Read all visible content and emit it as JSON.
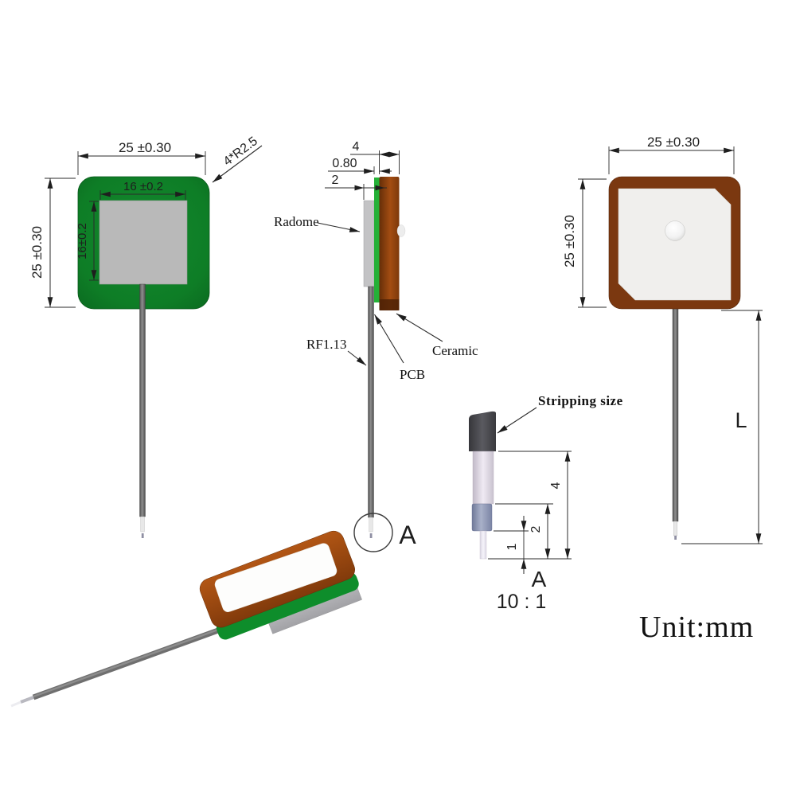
{
  "unit_label": "Unit:mm",
  "front_view": {
    "dim_width": "25 ±0.30",
    "dim_height": "25 ±0.30",
    "patch_dim_width": "16 ±0.2",
    "patch_dim_height": "16±0.2",
    "corner_radius_note": "4*R2.5"
  },
  "side_view": {
    "dim_ceramic": "4",
    "dim_pcb": "0.80",
    "dim_radome": "2",
    "radome_label": "Radome",
    "cable_label": "RF1.13",
    "pcb_label": "PCB",
    "ceramic_label": "Ceramic",
    "detail_circle_label": "A"
  },
  "back_view": {
    "dim_width": "25 ±0.30",
    "dim_height": "25 ±0.30",
    "cable_length_label": "L"
  },
  "detail_view": {
    "callout": "Stripping size",
    "dim_total": "4",
    "dim_mid": "2",
    "dim_tip": "1",
    "label": "A",
    "scale": "10 : 1"
  },
  "colors": {
    "pcb_green": "#0e8128",
    "pcb_green_side": "#25b137",
    "ceramic_brown": "#7b3810",
    "ceramic_brown_light": "#a34d12",
    "patch_gray": "#b9b9b9",
    "patch_white": "#f0efed",
    "radome_gray": "#c3c3c5",
    "cable_gray": "#6f6f6f",
    "jacket_dark": "#48484c",
    "braid_blue": "#8d96b4",
    "line_black": "#2b2b2b"
  }
}
